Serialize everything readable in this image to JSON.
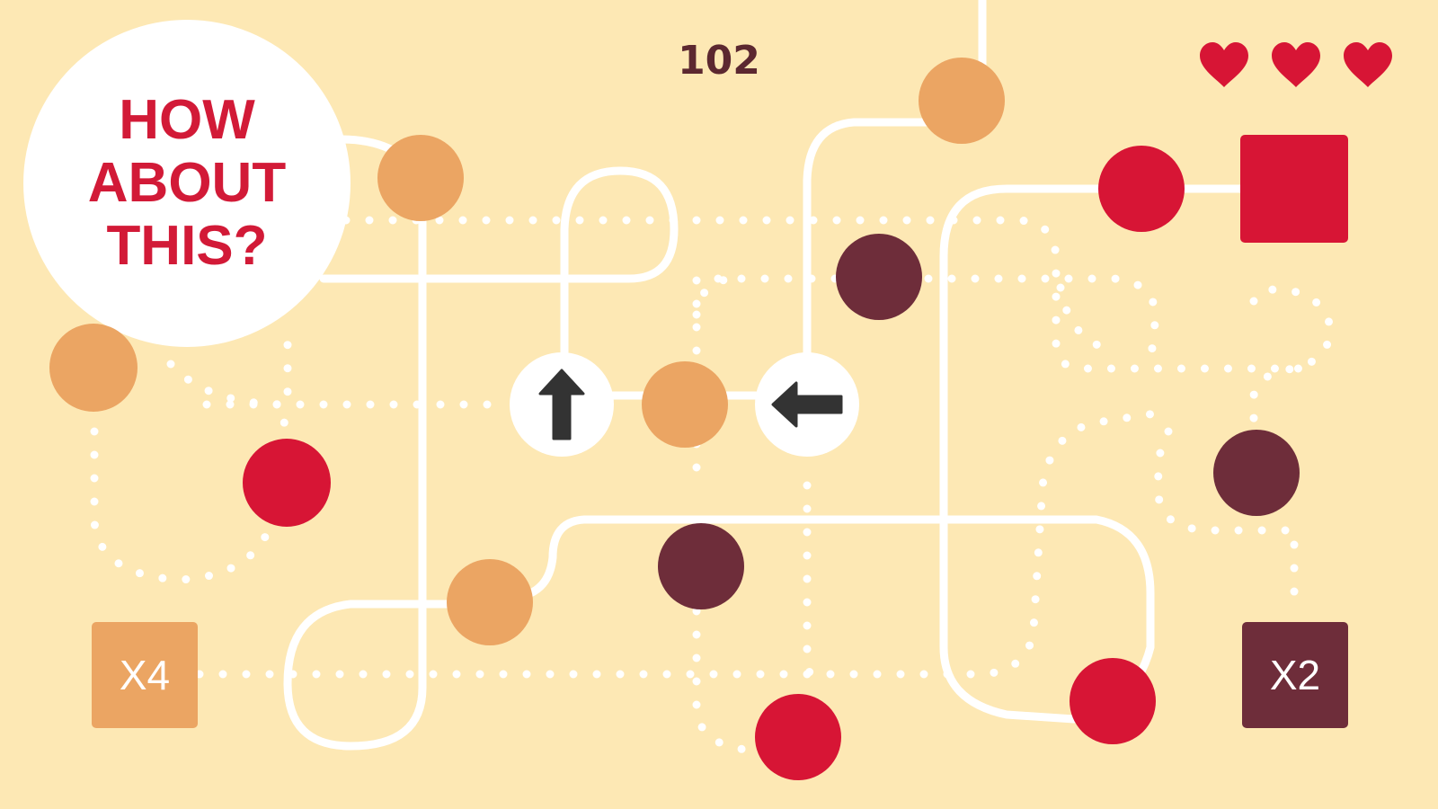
{
  "game": {
    "score": "102",
    "lives": 3,
    "prompt_bubble": {
      "line1": "HOW",
      "line2": "ABOUT",
      "line3": "THIS?"
    },
    "multipliers": {
      "left": "X4",
      "right": "X2"
    },
    "arrow_nodes": [
      {
        "direction": "up"
      },
      {
        "direction": "left"
      }
    ],
    "colors": {
      "background": "#fde8b4",
      "orange": "#eba563",
      "red": "#d71535",
      "maroon": "#6e2d3a",
      "path": "#ffffff",
      "score_text": "#5c2830",
      "arrow": "#333333"
    }
  }
}
